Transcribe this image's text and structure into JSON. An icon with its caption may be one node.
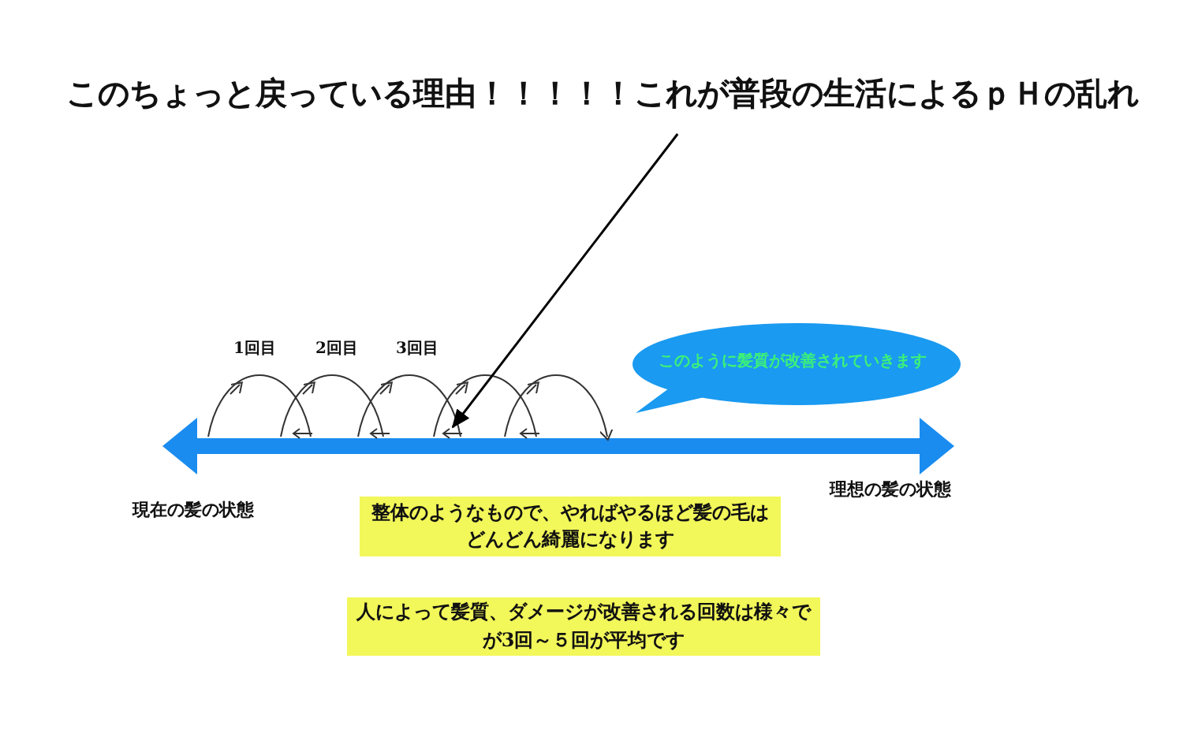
{
  "diagram": {
    "nodes": [
      {
        "text": [
          "このちょっと戻っている理由！！！！！これが普段の生活によるｐＨの乱れ"
        ]
      },
      {
        "text": [],
        "shape": "arrow"
      },
      {
        "text": [
          "このように髪質が改善されていきます"
        ]
      },
      {
        "text": [
          "整体のようなもので、やればやるほど髪の毛はどんどん綺麗になります"
        ]
      },
      {
        "text": [
          "人によって髪質、ダメージが改善される回数は様々でが3回～５回が平均です"
        ]
      }
    ],
    "edges": [
      {
        "from": 0,
        "to": 1,
        "arrow": "to"
      }
    ],
    "labels": [
      "1回目",
      "2回目",
      "3回目",
      "現在の髪の状態",
      "理想の髪の状態"
    ]
  }
}
